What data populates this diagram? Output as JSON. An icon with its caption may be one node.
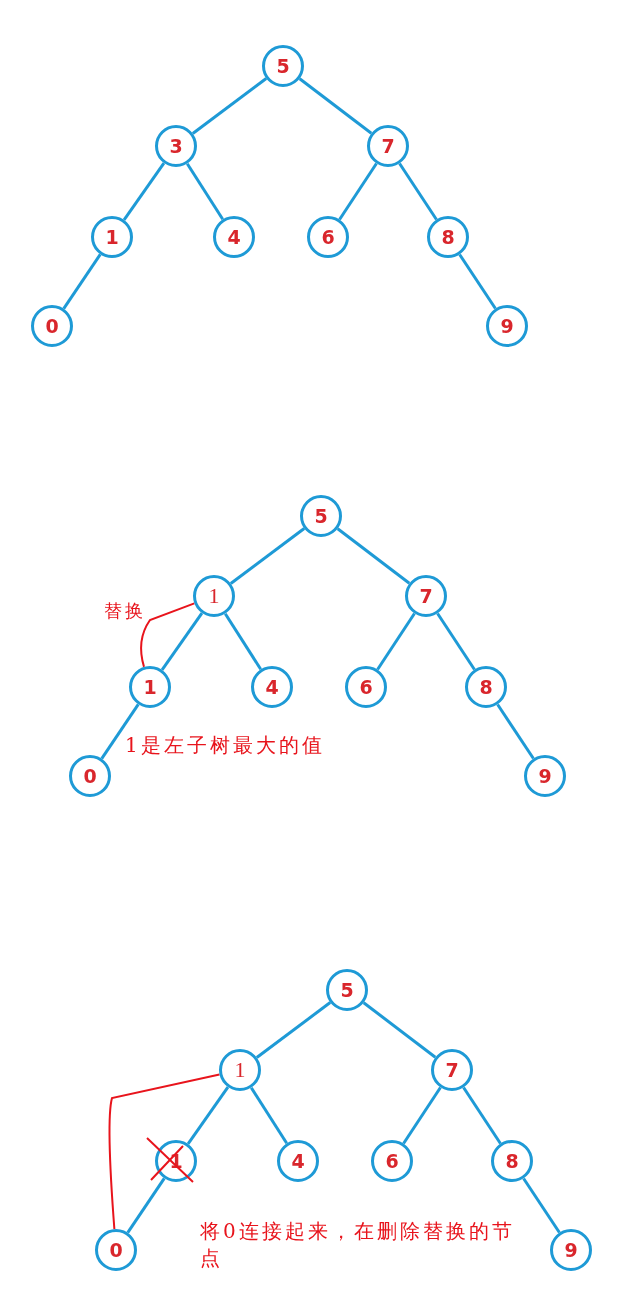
{
  "diagram": {
    "nodes": [
      {
        "text": [
          "5"
        ]
      },
      {
        "text": [
          "3"
        ]
      },
      {
        "text": [
          "7"
        ]
      },
      {
        "text": [
          "1"
        ]
      },
      {
        "text": [
          "4"
        ]
      },
      {
        "text": [
          "6"
        ]
      },
      {
        "text": [
          "8"
        ]
      },
      {
        "text": [
          "0"
        ]
      },
      {
        "text": [
          "9"
        ]
      },
      {
        "text": [
          "5"
        ]
      },
      {
        "text": [
          "1"
        ]
      },
      {
        "text": [
          "7"
        ]
      },
      {
        "text": [
          "1"
        ]
      },
      {
        "text": [
          "4"
        ]
      },
      {
        "text": [
          "6"
        ]
      },
      {
        "text": [
          "8"
        ]
      },
      {
        "text": [
          "0"
        ]
      },
      {
        "text": [
          "9"
        ]
      },
      {
        "text": [
          "5"
        ]
      },
      {
        "text": [
          "1"
        ]
      },
      {
        "text": [
          "7"
        ]
      },
      {
        "text": [
          "1"
        ]
      },
      {
        "text": [
          "4"
        ]
      },
      {
        "text": [
          "6"
        ]
      },
      {
        "text": [
          "8"
        ]
      },
      {
        "text": [
          "0"
        ]
      },
      {
        "text": [
          "9"
        ]
      }
    ],
    "edges": [
      {
        "from": 0,
        "to": 1,
        "arrow": "none"
      },
      {
        "from": 0,
        "to": 2,
        "arrow": "none"
      },
      {
        "from": 1,
        "to": 3,
        "arrow": "none"
      },
      {
        "from": 1,
        "to": 4,
        "arrow": "none"
      },
      {
        "from": 2,
        "to": 5,
        "arrow": "none"
      },
      {
        "from": 2,
        "to": 6,
        "arrow": "none"
      },
      {
        "from": 3,
        "to": 7,
        "arrow": "none"
      },
      {
        "from": 6,
        "to": 8,
        "arrow": "none"
      },
      {
        "from": 9,
        "to": 10,
        "arrow": "none"
      },
      {
        "from": 9,
        "to": 11,
        "arrow": "none"
      },
      {
        "from": 10,
        "to": 12,
        "arrow": "none"
      },
      {
        "from": 10,
        "to": 13,
        "arrow": "none"
      },
      {
        "from": 11,
        "to": 14,
        "arrow": "none"
      },
      {
        "from": 11,
        "to": 15,
        "arrow": "none"
      },
      {
        "from": 12,
        "to": 16,
        "arrow": "none"
      },
      {
        "from": 15,
        "to": 17,
        "arrow": "none"
      },
      {
        "from": 10,
        "to": 12,
        "arrow": "none",
        "label": "替换",
        "color": "#e8141c"
      },
      {
        "from": 18,
        "to": 19,
        "arrow": "none"
      },
      {
        "from": 18,
        "to": 20,
        "arrow": "none"
      },
      {
        "from": 19,
        "to": 21,
        "arrow": "none"
      },
      {
        "from": 19,
        "to": 22,
        "arrow": "none"
      },
      {
        "from": 20,
        "to": 23,
        "arrow": "none"
      },
      {
        "from": 20,
        "to": 24,
        "arrow": "none"
      },
      {
        "from": 21,
        "to": 25,
        "arrow": "none"
      },
      {
        "from": 24,
        "to": 26,
        "arrow": "none"
      },
      {
        "from": 19,
        "to": 25,
        "arrow": "none",
        "color": "#e8141c"
      }
    ],
    "labels": [
      "1是左子树最大的值",
      "将0连接起来，在删除替换的节点"
    ]
  }
}
